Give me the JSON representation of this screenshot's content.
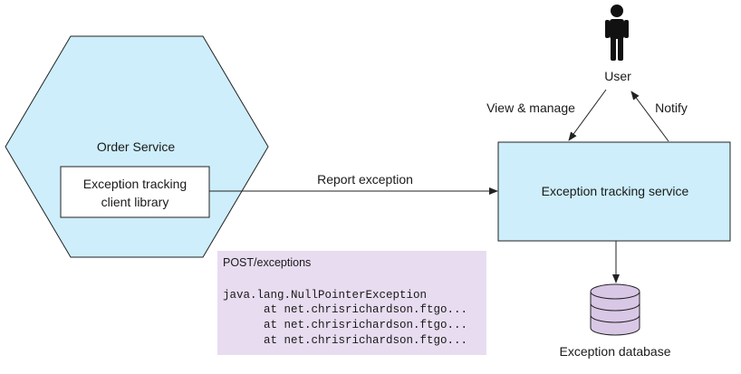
{
  "order_service": {
    "label": "Order Service",
    "library_line1": "Exception tracking",
    "library_line2": "client library"
  },
  "report_edge": {
    "label": "Report exception"
  },
  "tracking_service": {
    "label": "Exception tracking service"
  },
  "user": {
    "label": "User"
  },
  "view_edge": {
    "label": "View & manage"
  },
  "notify_edge": {
    "label": "Notify"
  },
  "database": {
    "label": "Exception database"
  },
  "request_note": {
    "title": "POST/exceptions",
    "lines": [
      "java.lang.NullPointerException",
      "      at net.chrisrichardson.ftgo...",
      "      at net.chrisrichardson.ftgo...",
      "      at net.chrisrichardson.ftgo..."
    ]
  },
  "colors": {
    "service_fill": "#cdeefa",
    "note_fill": "#e8dcf0",
    "db_fill": "#d9c7e6",
    "stroke": "#222222"
  }
}
